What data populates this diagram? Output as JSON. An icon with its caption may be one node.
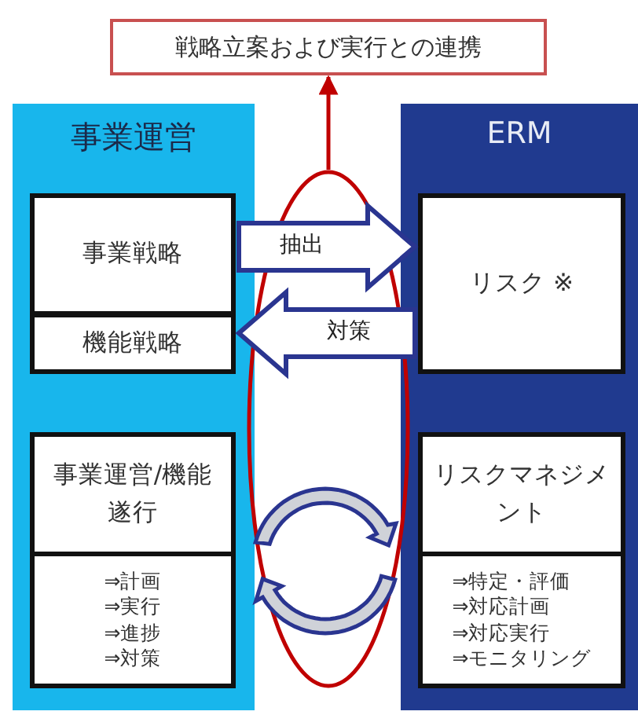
{
  "diagram": {
    "nodes": [
      {
        "text": [
          "戦略立案および実行との連携"
        ]
      },
      {
        "text": [
          "事業運営"
        ]
      },
      {
        "text": [
          "事業戦略"
        ],
        "in": 1
      },
      {
        "text": [
          "機能戦略"
        ],
        "in": 1
      },
      {
        "text": [
          "事業運営/機能遂行"
        ],
        "in": 1
      },
      {
        "text": [
          "⇒計画",
          "⇒実行",
          "⇒進捗",
          "⇒対策"
        ],
        "in": 1
      },
      {
        "text": [
          "ERM"
        ]
      },
      {
        "text": [
          "リスク ※"
        ],
        "in": 6
      },
      {
        "text": [
          "リスクマネジメント"
        ],
        "in": 6
      },
      {
        "text": [
          "⇒特定・評価",
          "⇒対応計画",
          "⇒対応実行",
          "⇒モニタリング"
        ],
        "in": 6
      },
      {
        "text": [],
        "shape": "ellipse"
      }
    ],
    "edges": [
      {
        "from": 10,
        "to": 0,
        "arrow": "to",
        "color": "#c00000"
      },
      {
        "from": 2,
        "to": 7,
        "arrow": "to",
        "label": "抽出",
        "style": "thick"
      },
      {
        "from": 7,
        "to": 3,
        "arrow": "to",
        "label": "対策",
        "style": "thick"
      }
    ]
  }
}
